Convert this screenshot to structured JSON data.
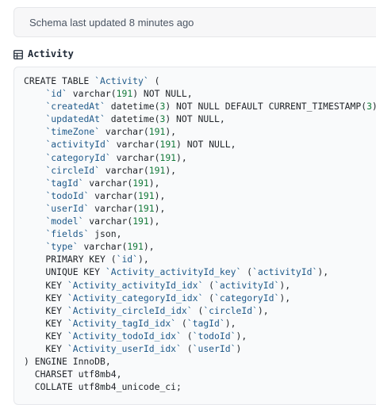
{
  "status": {
    "text": "Schema last updated 8 minutes ago"
  },
  "table": {
    "icon": "table-icon",
    "name": "Activity"
  },
  "sql_lines": [
    [
      {
        "t": "kw",
        "v": "CREATE TABLE "
      },
      {
        "t": "id",
        "v": "`Activity`"
      },
      {
        "t": "kw",
        "v": " ("
      }
    ],
    [
      {
        "t": "kw",
        "v": "    "
      },
      {
        "t": "id",
        "v": "`id`"
      },
      {
        "t": "kw",
        "v": " varchar("
      },
      {
        "t": "num",
        "v": "191"
      },
      {
        "t": "kw",
        "v": ") NOT NULL,"
      }
    ],
    [
      {
        "t": "kw",
        "v": "    "
      },
      {
        "t": "id",
        "v": "`createdAt`"
      },
      {
        "t": "kw",
        "v": " datetime("
      },
      {
        "t": "num",
        "v": "3"
      },
      {
        "t": "kw",
        "v": ") NOT NULL DEFAULT CURRENT_TIMESTAMP("
      },
      {
        "t": "num",
        "v": "3"
      },
      {
        "t": "kw",
        "v": "),"
      }
    ],
    [
      {
        "t": "kw",
        "v": "    "
      },
      {
        "t": "id",
        "v": "`updatedAt`"
      },
      {
        "t": "kw",
        "v": " datetime("
      },
      {
        "t": "num",
        "v": "3"
      },
      {
        "t": "kw",
        "v": ") NOT NULL,"
      }
    ],
    [
      {
        "t": "kw",
        "v": "    "
      },
      {
        "t": "id",
        "v": "`timeZone`"
      },
      {
        "t": "kw",
        "v": " varchar("
      },
      {
        "t": "num",
        "v": "191"
      },
      {
        "t": "kw",
        "v": "),"
      }
    ],
    [
      {
        "t": "kw",
        "v": "    "
      },
      {
        "t": "id",
        "v": "`activityId`"
      },
      {
        "t": "kw",
        "v": " varchar("
      },
      {
        "t": "num",
        "v": "191"
      },
      {
        "t": "kw",
        "v": ") NOT NULL,"
      }
    ],
    [
      {
        "t": "kw",
        "v": "    "
      },
      {
        "t": "id",
        "v": "`categoryId`"
      },
      {
        "t": "kw",
        "v": " varchar("
      },
      {
        "t": "num",
        "v": "191"
      },
      {
        "t": "kw",
        "v": "),"
      }
    ],
    [
      {
        "t": "kw",
        "v": "    "
      },
      {
        "t": "id",
        "v": "`circleId`"
      },
      {
        "t": "kw",
        "v": " varchar("
      },
      {
        "t": "num",
        "v": "191"
      },
      {
        "t": "kw",
        "v": "),"
      }
    ],
    [
      {
        "t": "kw",
        "v": "    "
      },
      {
        "t": "id",
        "v": "`tagId`"
      },
      {
        "t": "kw",
        "v": " varchar("
      },
      {
        "t": "num",
        "v": "191"
      },
      {
        "t": "kw",
        "v": "),"
      }
    ],
    [
      {
        "t": "kw",
        "v": "    "
      },
      {
        "t": "id",
        "v": "`todoId`"
      },
      {
        "t": "kw",
        "v": " varchar("
      },
      {
        "t": "num",
        "v": "191"
      },
      {
        "t": "kw",
        "v": "),"
      }
    ],
    [
      {
        "t": "kw",
        "v": "    "
      },
      {
        "t": "id",
        "v": "`userId`"
      },
      {
        "t": "kw",
        "v": " varchar("
      },
      {
        "t": "num",
        "v": "191"
      },
      {
        "t": "kw",
        "v": "),"
      }
    ],
    [
      {
        "t": "kw",
        "v": "    "
      },
      {
        "t": "id",
        "v": "`model`"
      },
      {
        "t": "kw",
        "v": " varchar("
      },
      {
        "t": "num",
        "v": "191"
      },
      {
        "t": "kw",
        "v": "),"
      }
    ],
    [
      {
        "t": "kw",
        "v": "    "
      },
      {
        "t": "id",
        "v": "`fields`"
      },
      {
        "t": "kw",
        "v": " json,"
      }
    ],
    [
      {
        "t": "kw",
        "v": "    "
      },
      {
        "t": "id",
        "v": "`type`"
      },
      {
        "t": "kw",
        "v": " varchar("
      },
      {
        "t": "num",
        "v": "191"
      },
      {
        "t": "kw",
        "v": "),"
      }
    ],
    [
      {
        "t": "kw",
        "v": "    PRIMARY KEY ("
      },
      {
        "t": "id",
        "v": "`id`"
      },
      {
        "t": "kw",
        "v": "),"
      }
    ],
    [
      {
        "t": "kw",
        "v": "    UNIQUE KEY "
      },
      {
        "t": "id",
        "v": "`Activity_activityId_key`"
      },
      {
        "t": "kw",
        "v": " ("
      },
      {
        "t": "id",
        "v": "`activityId`"
      },
      {
        "t": "kw",
        "v": "),"
      }
    ],
    [
      {
        "t": "kw",
        "v": "    KEY "
      },
      {
        "t": "id",
        "v": "`Activity_activityId_idx`"
      },
      {
        "t": "kw",
        "v": " ("
      },
      {
        "t": "id",
        "v": "`activityId`"
      },
      {
        "t": "kw",
        "v": "),"
      }
    ],
    [
      {
        "t": "kw",
        "v": "    KEY "
      },
      {
        "t": "id",
        "v": "`Activity_categoryId_idx`"
      },
      {
        "t": "kw",
        "v": " ("
      },
      {
        "t": "id",
        "v": "`categoryId`"
      },
      {
        "t": "kw",
        "v": "),"
      }
    ],
    [
      {
        "t": "kw",
        "v": "    KEY "
      },
      {
        "t": "id",
        "v": "`Activity_circleId_idx`"
      },
      {
        "t": "kw",
        "v": " ("
      },
      {
        "t": "id",
        "v": "`circleId`"
      },
      {
        "t": "kw",
        "v": "),"
      }
    ],
    [
      {
        "t": "kw",
        "v": "    KEY "
      },
      {
        "t": "id",
        "v": "`Activity_tagId_idx`"
      },
      {
        "t": "kw",
        "v": " ("
      },
      {
        "t": "id",
        "v": "`tagId`"
      },
      {
        "t": "kw",
        "v": "),"
      }
    ],
    [
      {
        "t": "kw",
        "v": "    KEY "
      },
      {
        "t": "id",
        "v": "`Activity_todoId_idx`"
      },
      {
        "t": "kw",
        "v": " ("
      },
      {
        "t": "id",
        "v": "`todoId`"
      },
      {
        "t": "kw",
        "v": "),"
      }
    ],
    [
      {
        "t": "kw",
        "v": "    KEY "
      },
      {
        "t": "id",
        "v": "`Activity_userId_idx`"
      },
      {
        "t": "kw",
        "v": " ("
      },
      {
        "t": "id",
        "v": "`userId`"
      },
      {
        "t": "kw",
        "v": ")"
      }
    ],
    [
      {
        "t": "kw",
        "v": ") ENGINE InnoDB,"
      }
    ],
    [
      {
        "t": "kw",
        "v": "  CHARSET utf8mb4,"
      }
    ],
    [
      {
        "t": "kw",
        "v": "  COLLATE utf8mb4_unicode_ci;"
      }
    ]
  ],
  "colors": {
    "identifier": "#1f5a8a",
    "number": "#137a3a",
    "keyword": "#1f2328"
  }
}
